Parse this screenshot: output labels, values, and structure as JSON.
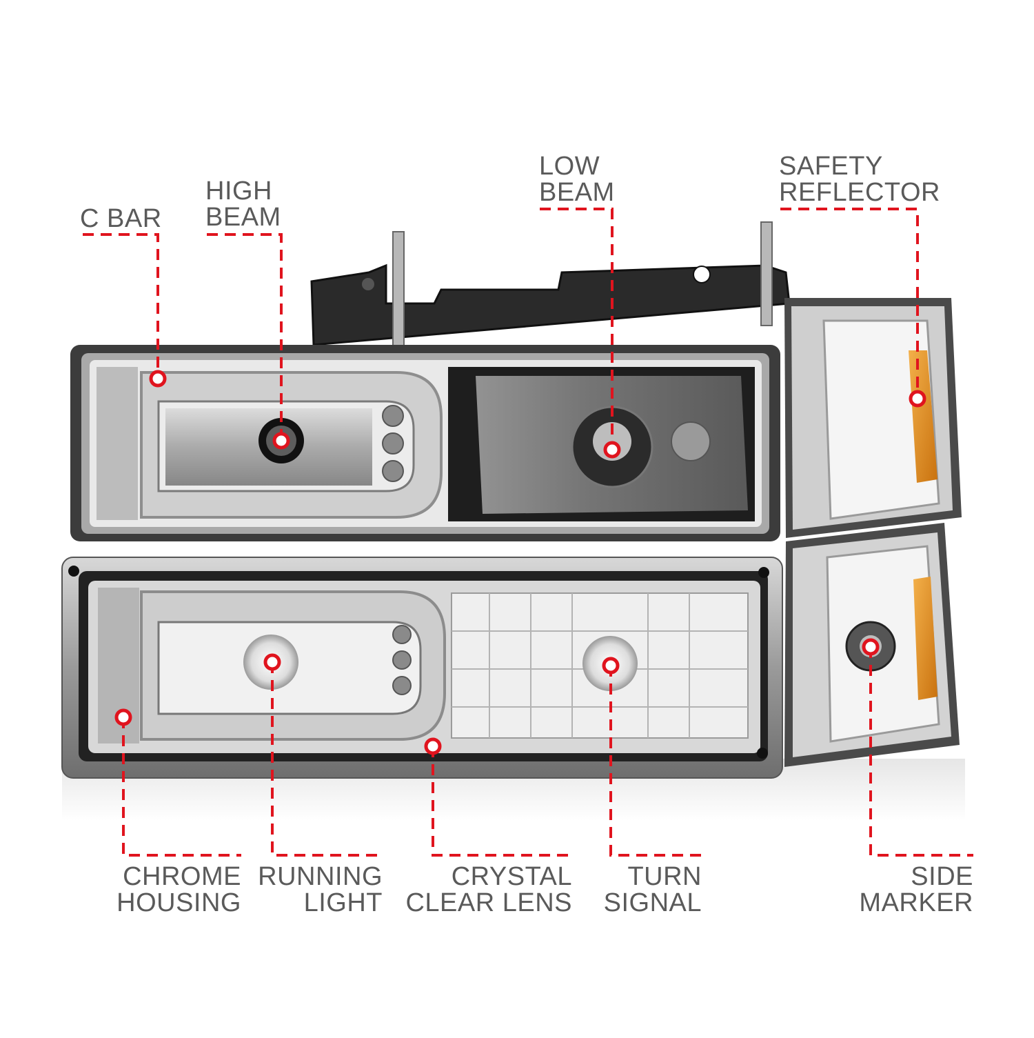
{
  "accent_color": "#e0141e",
  "label_color": "#5a5a5a",
  "product": {
    "parts": [
      "headlight",
      "bumper-light",
      "upper-corner-light",
      "lower-corner-light"
    ]
  },
  "callouts": {
    "c_bar": {
      "line1": "C BAR"
    },
    "high_beam": {
      "line1": "HIGH",
      "line2": "BEAM"
    },
    "low_beam": {
      "line1": "LOW",
      "line2": "BEAM"
    },
    "safety_reflector": {
      "line1": "SAFETY",
      "line2": "REFLECTOR"
    },
    "chrome_housing": {
      "line1": "CHROME",
      "line2": "HOUSING"
    },
    "running_light": {
      "line1": "RUNNING",
      "line2": "LIGHT"
    },
    "crystal_clear_lens": {
      "line1": "CRYSTAL",
      "line2": "CLEAR LENS"
    },
    "turn_signal": {
      "line1": "TURN",
      "line2": "SIGNAL"
    },
    "side_marker": {
      "line1": "SIDE",
      "line2": "MARKER"
    }
  }
}
